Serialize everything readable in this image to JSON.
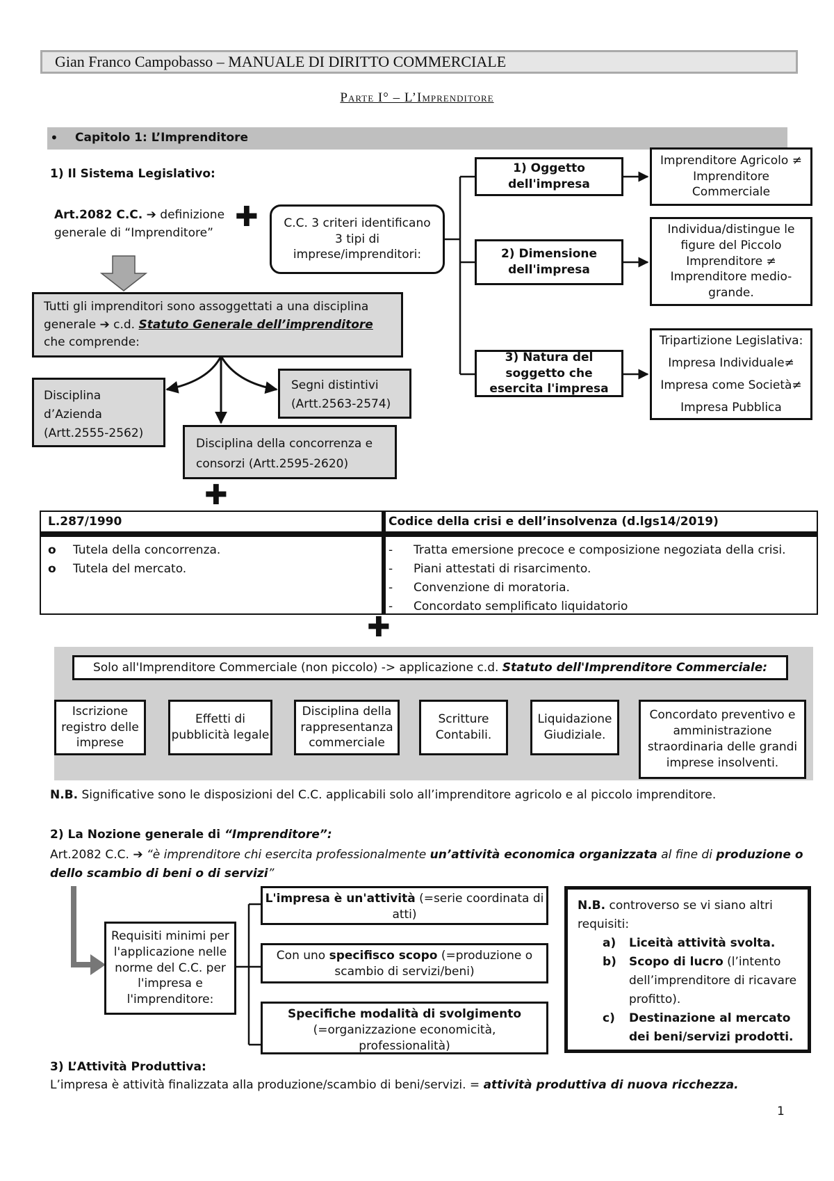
{
  "header": {
    "title": "Gian Franco Campobasso – MANUALE DI DIRITTO COMMERCIALE",
    "part": "Parte I° – L’Imprenditore"
  },
  "chapter": {
    "bullet": "•",
    "label": "Capitolo 1: L’Imprenditore"
  },
  "section1": {
    "heading": "1) Il Sistema Legislativo:",
    "art_bold": "Art.2082 C.C.",
    "arrow": "➔",
    "art_line1_rest": "definizione",
    "art_line2": "generale di “Imprenditore”",
    "plus": "✚",
    "criteria_box": "C.C. 3 criteri identificano 3 tipi di imprese/imprenditori:",
    "general_box": {
      "line1": "Tutti gli imprenditori sono assoggettati a una disciplina",
      "line2_pre": "generale",
      "arrow": "➔",
      "cd": "c.d.",
      "statuto": "Statuto Generale dell’imprenditore",
      "line3": "che comprende:"
    },
    "azienda": [
      "Disciplina",
      "d’Azienda",
      "(Artt.2555-2562)"
    ],
    "segni": [
      "Segni distintivi",
      "(Artt.2563-2574)"
    ],
    "concorrenza": [
      "Disciplina della concorrenza e",
      "consorzi (Artt.2595-2620)"
    ],
    "criteria": [
      {
        "label": "1) Oggetto dell'impresa",
        "detail": "Imprenditore Agricolo ≠ Imprenditore Commerciale"
      },
      {
        "label": "2) Dimensione dell'impresa",
        "detail": "Individua/distingue le figure del Piccolo Imprenditore ≠ Imprenditore medio-grande."
      },
      {
        "label": "3) Natura del soggetto che esercita l'impresa",
        "detail_lines": [
          "Tripartizione Legislativa:",
          "Impresa Individuale≠",
          "Impresa come Società≠",
          "Impresa Pubblica"
        ]
      }
    ]
  },
  "table": {
    "col1_header": "L.287/1990",
    "col2_header": "Codice della crisi e dell’insolvenza (d.lgs14/2019)",
    "col1_marker": "o",
    "col1_items": [
      "Tutela della concorrenza.",
      "Tutela del mercato."
    ],
    "col2_marker": "-",
    "col2_items": [
      "Tratta emersione precoce e composizione negoziata della crisi.",
      "Piani attestati di risarcimento.",
      "Convenzione di moratoria.",
      "Concordato semplificato liquidatorio"
    ]
  },
  "commercial": {
    "header_plain": "Solo all'Imprenditore Commerciale (non piccolo) -> applicazione c.d.",
    "header_bi": "Statuto dell'Imprenditore Commerciale:",
    "items": [
      "Iscrizione registro delle imprese",
      "Effetti di pubblicità legale",
      "Disciplina della rappresentanza commerciale",
      "Scritture Contabili.",
      "Liquidazione Giudiziale.",
      "Concordato preventivo e amministrazione straordinaria delle grandi imprese insolventi."
    ]
  },
  "nb1": {
    "bold": "N.B.",
    "text": "Significative sono le disposizioni del C.C. applicabili solo all’imprenditore agricolo e al piccolo imprenditore."
  },
  "section2": {
    "heading_pre": "2) La Nozione generale di",
    "heading_it": "“Imprenditore”:",
    "art": "Art.2082 C.C.",
    "arrow": "➔",
    "quote_1": "“è imprenditore chi esercita professionalmente",
    "quote_bold1": "un’attività economica organizzata",
    "quote_2": "al fine di",
    "quote_bold2": "produzione o dello scambio di beni o di servizi",
    "quote_end": "”",
    "requisiti": "Requisiti minimi per l'applicazione nelle norme del C.C. per l'impresa e l'imprenditore:",
    "req_items": [
      {
        "bold": "L'impresa è un'attività",
        "rest": "(=serie coordinata di atti)"
      },
      {
        "pre": "Con uno",
        "bold": "specifisco scopo",
        "rest": "(=produzione o scambio di servizi/beni)"
      },
      {
        "bold": "Specifiche modalità di svolgimento",
        "rest": "(=organizzazione economicità, professionalità)"
      }
    ],
    "nb": {
      "bold": "N.B.",
      "text": "controverso se vi siano altri requisiti:",
      "items": [
        {
          "marker": "a)",
          "bold": "Liceità attività svolta.",
          "rest": ""
        },
        {
          "marker": "b)",
          "bold": "Scopo di lucro",
          "rest": "(l’intento dell’imprenditore di ricavare profitto)."
        },
        {
          "marker": "c)",
          "bold": "Destinazione al mercato dei beni/servizi prodotti.",
          "rest": ""
        }
      ]
    }
  },
  "section3": {
    "heading": "3) L’Attività Produttiva:",
    "text": "L’impresa è attività finalizzata alla produzione/scambio di beni/servizi. =",
    "bi": "attività produttiva di nuova ricchezza."
  },
  "page_number": "1"
}
